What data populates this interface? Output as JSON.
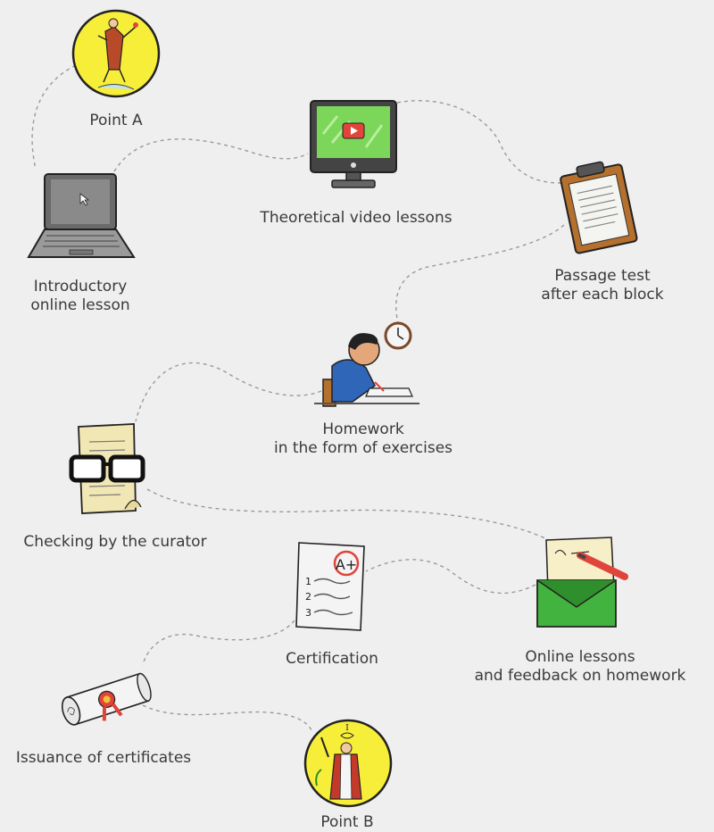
{
  "steps": [
    {
      "id": "point-a",
      "lines": [
        "Point A"
      ]
    },
    {
      "id": "intro",
      "lines": [
        "Introductory",
        "online lesson"
      ]
    },
    {
      "id": "video",
      "lines": [
        "Theoretical video lessons"
      ]
    },
    {
      "id": "test",
      "lines": [
        "Passage test",
        "after each block"
      ]
    },
    {
      "id": "homework",
      "lines": [
        "Homework",
        "in the form of exercises"
      ]
    },
    {
      "id": "checking",
      "lines": [
        "Checking by the curator"
      ]
    },
    {
      "id": "feedback",
      "lines": [
        "Online lessons",
        "and feedback on homework"
      ]
    },
    {
      "id": "certification",
      "lines": [
        "Certification"
      ]
    },
    {
      "id": "issuance",
      "lines": [
        "Issuance of certificates"
      ]
    },
    {
      "id": "point-b",
      "lines": [
        "Point B"
      ]
    }
  ],
  "illustration_marks": {
    "certificate_grade": "A+",
    "list_numbers": [
      "1",
      "2",
      "3"
    ],
    "tarot_numeral": "I"
  },
  "colors": {
    "background": "#efefef",
    "path": "#9a9a9a",
    "tarot_yellow": "#f7ee3a",
    "screen_green": "#7cd65a",
    "envelope_green": "#43b33f",
    "clipboard_brown": "#b5702d",
    "shirt_blue": "#2f66b8",
    "accent_red": "#e0443a"
  }
}
